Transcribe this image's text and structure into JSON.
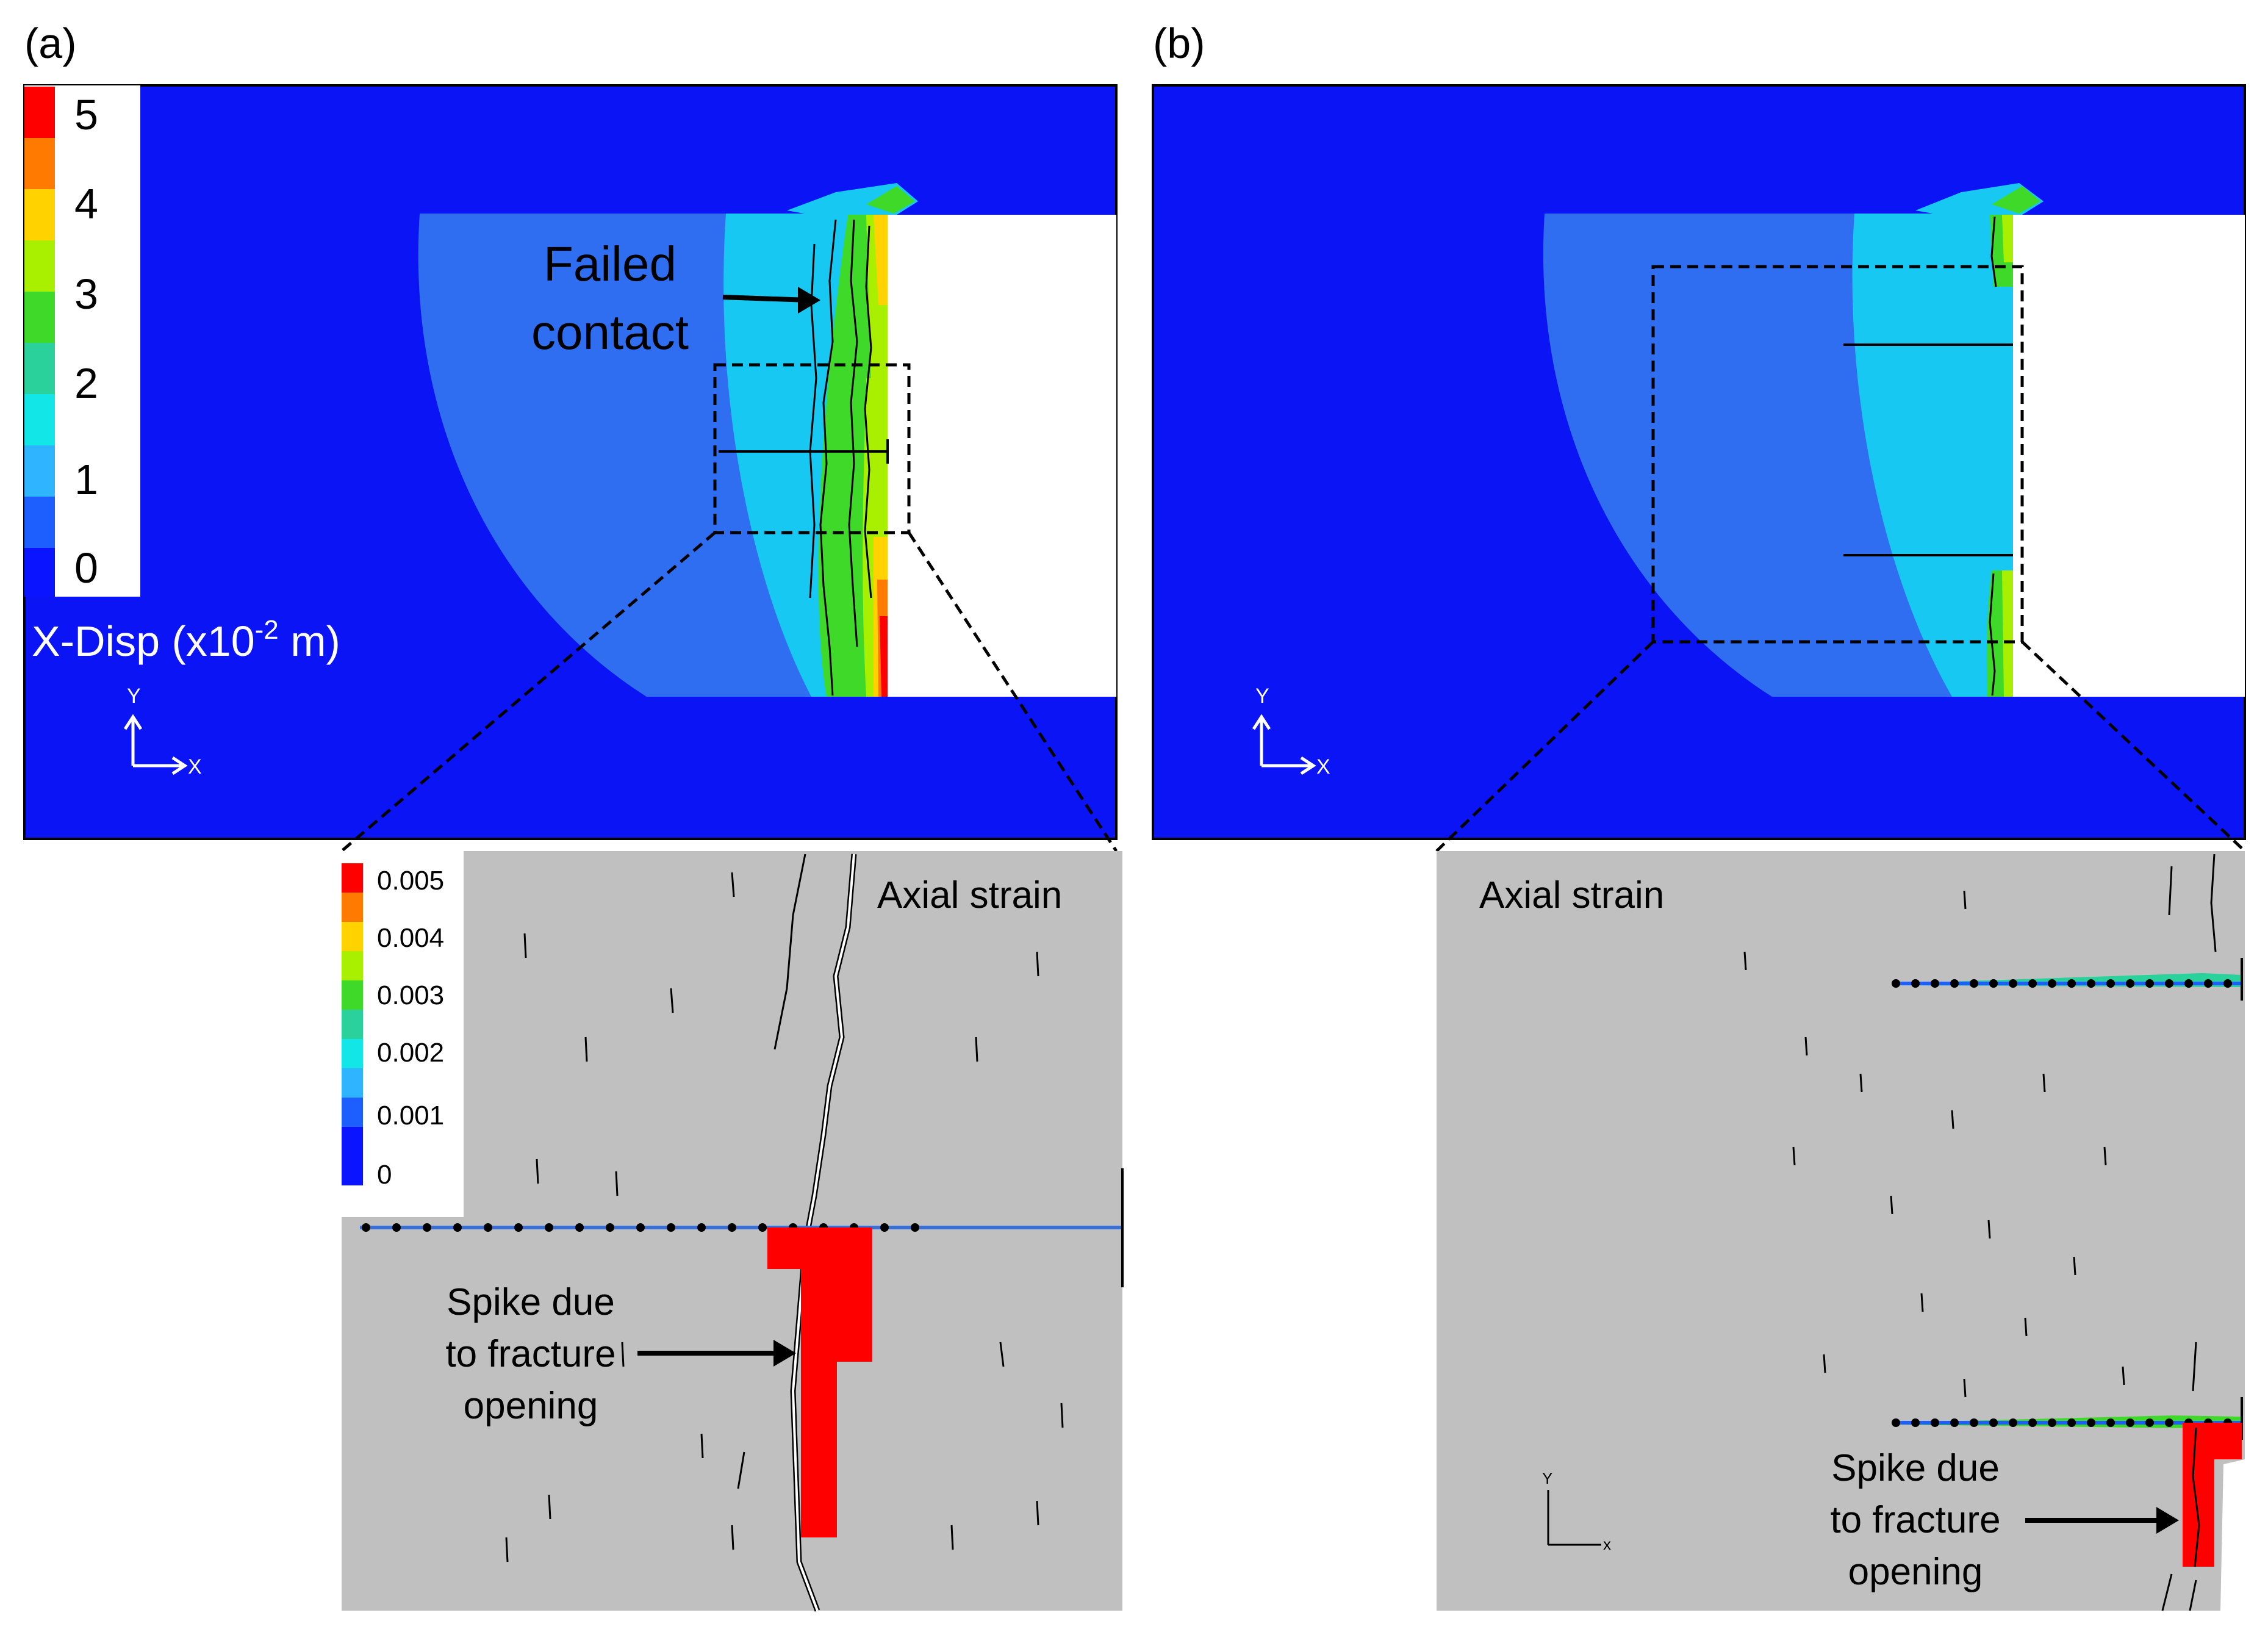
{
  "panel_a": {
    "label": "(a)",
    "legend": {
      "ticks": [
        "5",
        "4",
        "3",
        "2",
        "1",
        "0"
      ],
      "title": "X-Disp (x10",
      "title_exp": "-2",
      "title_unit": " m)",
      "colors": [
        "#ff0000",
        "#ff7a00",
        "#ffd200",
        "#a8f000",
        "#3fd92a",
        "#2ad19a",
        "#12e6e6",
        "#2fb4ff",
        "#1d5eff",
        "#0a14ff"
      ]
    },
    "axis_y": "Y",
    "axis_x": "X",
    "annotation_top_line1": "Failed",
    "annotation_top_line2": "contact",
    "inset": {
      "title": "Axial strain",
      "legend_ticks": [
        "0.005",
        "0.004",
        "0.003",
        "0.002",
        "0.001",
        "0"
      ],
      "annotation_line1": "Spike due",
      "annotation_line2": "to fracture",
      "annotation_line3": "opening"
    }
  },
  "panel_b": {
    "label": "(b)",
    "axis_y": "Y",
    "axis_x": "X",
    "inset": {
      "title": "Axial strain",
      "axis_y": "Y",
      "axis_x": "x",
      "annotation_line1": "Spike due",
      "annotation_line2": "to fracture",
      "annotation_line3": "opening"
    }
  },
  "colors": {
    "rock_dark_blue": "#0a14f5",
    "zone_blue": "#2f6ef0",
    "zone_cyan": "#17c8f2",
    "zone_green": "#3fd92a",
    "zone_red": "#ff0000",
    "inset_gray": "#c0c0c0"
  }
}
